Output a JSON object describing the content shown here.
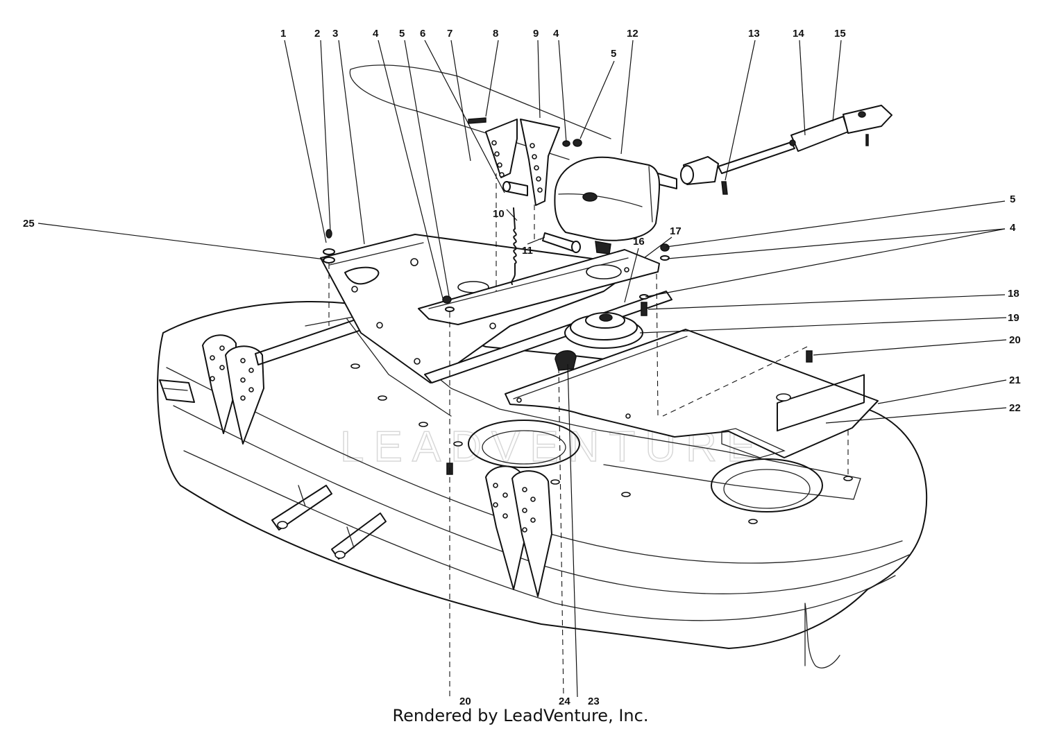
{
  "diagram": {
    "watermark": "LEADVENTURE",
    "footer": "Rendered by LeadVenture, Inc.",
    "callouts": [
      "1",
      "2",
      "3",
      "4",
      "5",
      "6",
      "7",
      "8",
      "9",
      "4",
      "5",
      "12",
      "13",
      "14",
      "15",
      "25",
      "10",
      "11",
      "17",
      "16",
      "5",
      "4",
      "18",
      "19",
      "20",
      "21",
      "22",
      "20",
      "24",
      "23"
    ],
    "colors": {
      "line": "#111111",
      "background": "#ffffff",
      "watermark": "#d8d8d8"
    }
  }
}
